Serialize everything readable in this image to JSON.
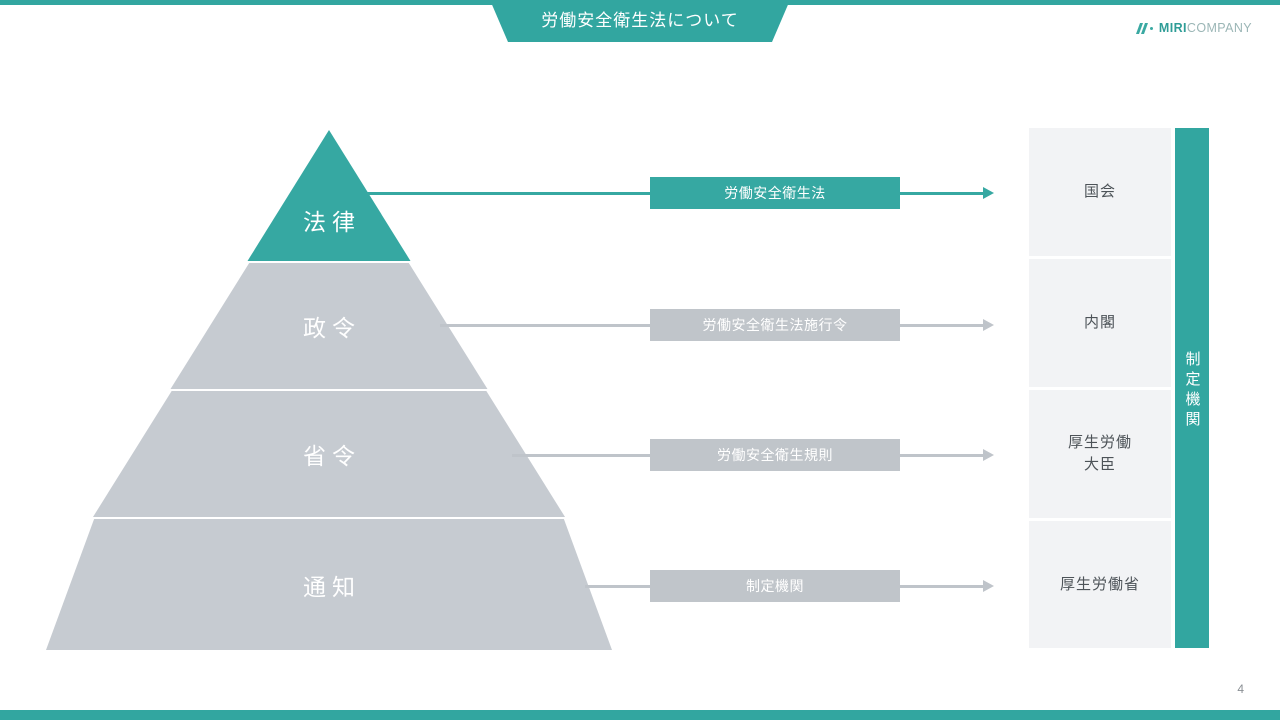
{
  "slide": {
    "title": "労働安全衛生法について",
    "page_number": "4",
    "accent_color": "#32a6a0",
    "gray_color": "#c6cbd1",
    "panel_color": "#f2f3f5"
  },
  "logo": {
    "mark": "slanted-bars-icon",
    "name_strong": "MIRI",
    "name_light": "COMPANY"
  },
  "pyramid": {
    "tiers": [
      {
        "label": "法律",
        "color": "#36a8a2"
      },
      {
        "label": "政令",
        "color": "#c6cbd1"
      },
      {
        "label": "省令",
        "color": "#c6cbd1"
      },
      {
        "label": "通知",
        "color": "#c6cbd1"
      }
    ]
  },
  "connectors": [
    {
      "label": "労働安全衛生法",
      "color": "#36a8a2"
    },
    {
      "label": "労働安全衛生法施行令",
      "color": "#c0c5ca"
    },
    {
      "label": "労働安全衛生規則",
      "color": "#c0c5ca"
    },
    {
      "label": "制定機関",
      "color": "#c0c5ca"
    }
  ],
  "authority": {
    "bar_label": "制定機関",
    "cells": [
      {
        "label": "国会"
      },
      {
        "label": "内閣"
      },
      {
        "label": "厚生労働\n大臣"
      },
      {
        "label": "厚生労働省"
      }
    ]
  }
}
